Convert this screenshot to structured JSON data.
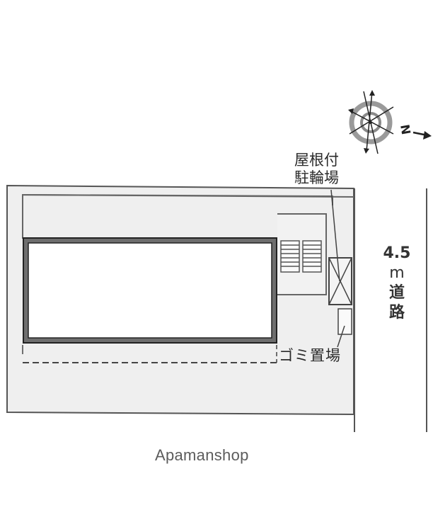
{
  "diagram": {
    "type": "site-plan",
    "labels": {
      "bike_parking": [
        "屋根付",
        "駐輪場"
      ],
      "garbage": "ゴミ置場",
      "road_width": "4.5",
      "road_unit": "m",
      "road_chars": [
        "道",
        "路"
      ],
      "compass_letter": "N"
    },
    "brand": "Apamanshop",
    "colors": {
      "lot_fill": "#efefef",
      "building_wall": "#6e6e6e",
      "line": "#4a4a4a",
      "compass_ring": "#9a9a9a"
    }
  }
}
